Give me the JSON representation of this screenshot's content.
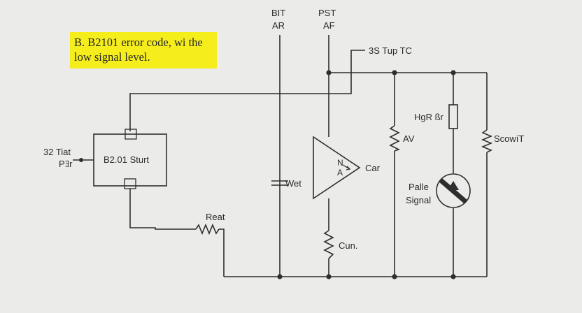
{
  "note": {
    "line1": "B. B2101 error code, wi the",
    "line2": "low signal level.",
    "highlight_color": "#f6ee1c"
  },
  "labels": {
    "bit_1": "BIT",
    "bit_2": "AR",
    "pst_1": "PST",
    "pst_2": "AF",
    "top_tc": "3S Tup TC",
    "left_1": "32 Tiat",
    "left_2": "Pﾖr",
    "module": "B2.01 Sturt",
    "reat": "Reat",
    "wet": "Wet",
    "amp_n": "N",
    "amp_a": "A",
    "car": "Car",
    "cun": "Cun.",
    "av": "AV",
    "hgr": "HgR ßr",
    "scowit": "ScowíT",
    "palle": "Palle",
    "signal": "Signal"
  }
}
